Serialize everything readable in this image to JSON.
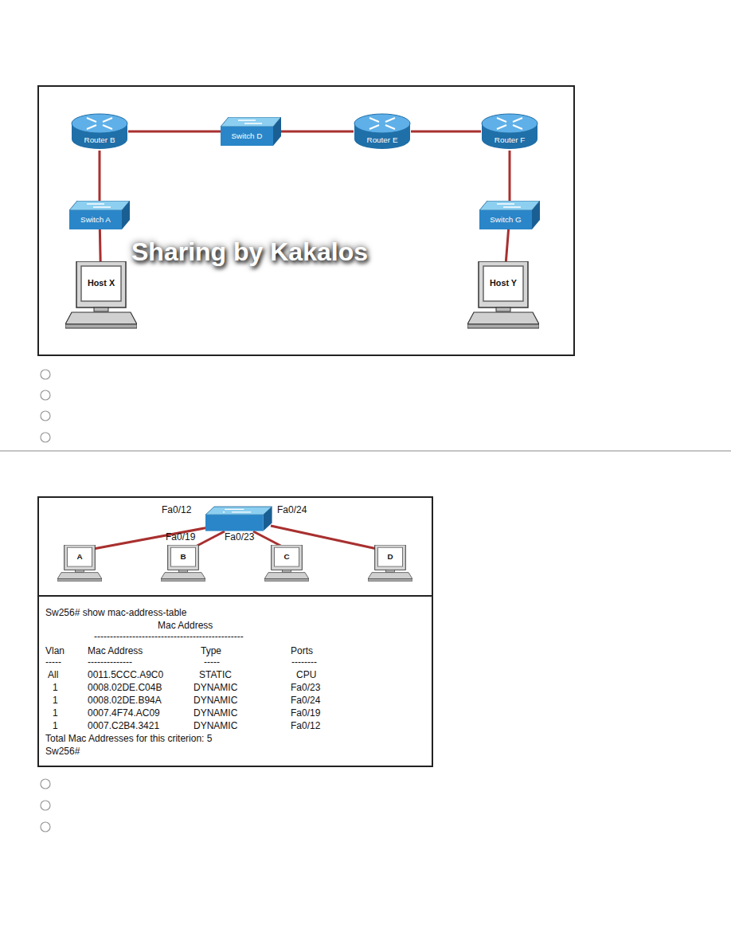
{
  "diagram": {
    "nodes": [
      {
        "text": [
          "Router B"
        ]
      },
      {
        "text": [
          "Switch D"
        ]
      },
      {
        "text": [
          "Router E"
        ]
      },
      {
        "text": [
          "Router F"
        ]
      },
      {
        "text": [
          "Switch A"
        ]
      },
      {
        "text": [
          "Switch G"
        ]
      },
      {
        "text": [
          "Host X"
        ]
      },
      {
        "text": [
          "Host Y"
        ]
      },
      {
        "text": [
          "A"
        ]
      },
      {
        "text": [
          "B"
        ]
      },
      {
        "text": [
          "C"
        ]
      },
      {
        "text": [
          "D"
        ]
      }
    ],
    "edges": [
      {
        "from": 0,
        "to": 1,
        "arrow": "none"
      },
      {
        "from": 1,
        "to": 2,
        "arrow": "none"
      },
      {
        "from": 2,
        "to": 3,
        "arrow": "none"
      },
      {
        "from": 0,
        "to": 4,
        "arrow": "none"
      },
      {
        "from": 3,
        "to": 5,
        "arrow": "none"
      },
      {
        "from": 4,
        "to": 6,
        "arrow": "none"
      },
      {
        "from": 5,
        "to": 7,
        "arrow": "none"
      }
    ],
    "labels": [
      "Sharing by Kakalos",
      "Fa0/12",
      "Fa0/24",
      "Fa0/19",
      "Fa0/23",
      "Sw256# show mac-address-table",
      "Mac Address",
      "-----------------------------------------------",
      "Vlan",
      "Mac Address",
      "Type",
      "Ports",
      "-----",
      "--------------",
      "-----",
      "--------",
      "All",
      "0011.5CCC.A9C0",
      "STATIC",
      "CPU",
      "1",
      "0008.02DE.C04B",
      "DYNAMIC",
      "Fa0/23",
      "1",
      "0008.02DE.B94A",
      "DYNAMIC",
      "Fa0/24",
      "1",
      "0007.4F74.AC09",
      "DYNAMIC",
      "Fa0/19",
      "1",
      "0007.C2B4.3421",
      "DYNAMIC",
      "Fa0/12",
      "Total Mac Addresses for this criterion: 5",
      "Sw256#"
    ]
  }
}
